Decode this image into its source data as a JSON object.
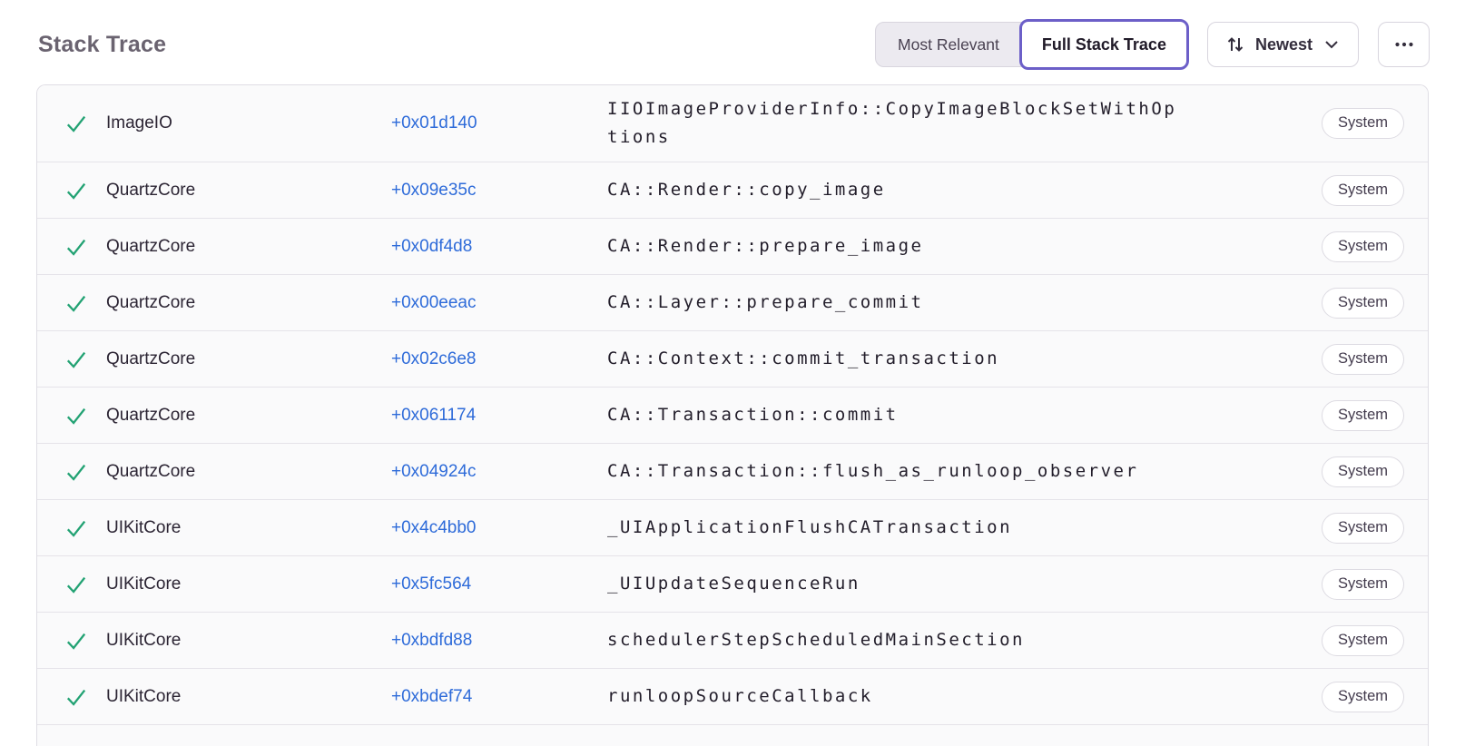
{
  "header": {
    "title": "Stack Trace"
  },
  "toolbar": {
    "segments": [
      {
        "label": "Most Relevant",
        "selected": false
      },
      {
        "label": "Full Stack Trace",
        "selected": true
      }
    ],
    "sort_label": "Newest",
    "icons": {
      "sort": "arrows-up-down-icon",
      "expand": "chevron-down-icon",
      "more": "ellipsis-icon"
    }
  },
  "colors": {
    "accent_purple": "#6C5FC8",
    "link_blue": "#2E6BD9",
    "check_green": "#22A273",
    "title_gray": "#6A6370",
    "row_background": "#FAFAFB"
  },
  "table": {
    "frames": [
      {
        "module": "ImageIO",
        "address": "+0x01d140",
        "function": "IIOImageProviderInfo::CopyImageBlockSetWithOptions",
        "badge": "System"
      },
      {
        "module": "QuartzCore",
        "address": "+0x09e35c",
        "function": "CA::Render::copy_image",
        "badge": "System"
      },
      {
        "module": "QuartzCore",
        "address": "+0x0df4d8",
        "function": "CA::Render::prepare_image",
        "badge": "System"
      },
      {
        "module": "QuartzCore",
        "address": "+0x00eeac",
        "function": "CA::Layer::prepare_commit",
        "badge": "System"
      },
      {
        "module": "QuartzCore",
        "address": "+0x02c6e8",
        "function": "CA::Context::commit_transaction",
        "badge": "System"
      },
      {
        "module": "QuartzCore",
        "address": "+0x061174",
        "function": "CA::Transaction::commit",
        "badge": "System"
      },
      {
        "module": "QuartzCore",
        "address": "+0x04924c",
        "function": "CA::Transaction::flush_as_runloop_observer",
        "badge": "System"
      },
      {
        "module": "UIKitCore",
        "address": "+0x4c4bb0",
        "function": "_UIApplicationFlushCATransaction",
        "badge": "System"
      },
      {
        "module": "UIKitCore",
        "address": "+0x5fc564",
        "function": "_UIUpdateSequenceRun",
        "badge": "System"
      },
      {
        "module": "UIKitCore",
        "address": "+0xbdfd88",
        "function": "schedulerStepScheduledMainSection",
        "badge": "System"
      },
      {
        "module": "UIKitCore",
        "address": "+0xbdef74",
        "function": "runloopSourceCallback",
        "badge": "System"
      }
    ]
  }
}
